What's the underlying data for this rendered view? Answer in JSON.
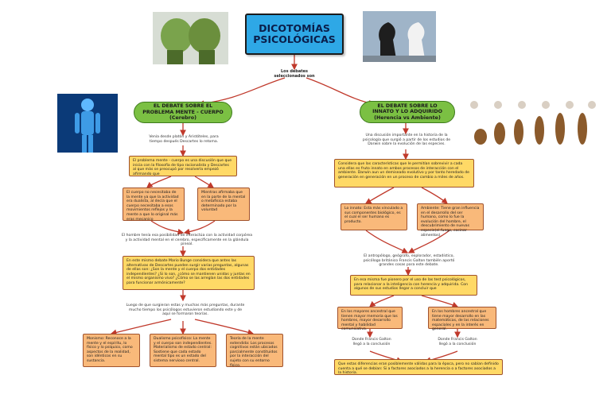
{
  "title": "DICOTOMÍAS PSICOLÓGICAS",
  "root_label": "Los debates seleccionados son",
  "left": {
    "heading": "EL DEBATE SOBRE EL PROBLEMA MENTE - CUERPO (Cerebro)",
    "intro": "Venía desde platón y Aristóteles, para tiempo después Descartes lo retoma.",
    "problem": "El problema mente - cuerpo es una discusión que que inicia con la filosofía de tipo racionalista y Descartes al que más se preocupó por resolverla empezó afirmando que",
    "mind": "El cuerpo no necesitaba de la mente ya que la actividad era dualista, al decía que el cuerpo necesitaba a esos movimientos reflejos y la mente a que lo original más eras mecanico",
    "body": "Mientras afirmaba que en la parte de la mental o metafísica estaba determinado por la voluntad",
    "conclusion": "El hombre tenía esa posibilidad de interactúa con la actividad corpórea y la actividad mental en el cerebro, específicamente en la glándula pineal.",
    "questions": "En este mismo debate Mario Bunge considera que antes las alternativas de Descartes pueden surgir varias preguntas, algunas de ellas son: ¿Son la mente y el cuerpo dos entidades independientes? ¿Si lo son, ¿cómo se mantienen unidas y juntas en el mismo organismo vivo? ¿Cómo se las arreglan las dos entidades para funcionar armónicamente?",
    "later": "Luego de que surgieran estas y muchas más preguntas, durante mucho tiempo los psicólogos estuvieron estudiando este y de aquí se formaron teorías.",
    "theories": [
      "Monismo: Reconoce a la mente y el espíritu, lo físico y lo psíquico, como aspectos de la realidad, son idénticos en su sustancia.",
      "Dualismo psicofísico: La mente y el cuerpo son independientes. Materialismo de estado central: Sostiene que cada estado mental tipo es un estado del sistema nervioso central.",
      "Teoría de la mente extendida: Los procesos cognitivos están ubicados parcialmente constituidos por la interacción del sujeto con su entorno físico."
    ]
  },
  "right": {
    "heading": "EL DEBATE SOBRE LO INNATO Y LO ADQUIRIDO (Herencia vs Ambiente)",
    "intro": "Una discusión importante en la historia de la psicología que surgió a partir de los estudios de Darwin sobre la evolución de las especies.",
    "consider": "Considera que las características que le permitían sobrevivir a cada una ellas es fruto innato en ambos procesos de interacción con el ambiente. Darwin aun un demiseado evolutivo y por tanto heredado de generación en generación en un proceso de cambio a miles de años.",
    "innate": "Lo innato: Esta más vinculado a sus componentes biológico, es el cual el ser humano es producto.",
    "environment": "Ambiente: Tiene gran influencia en el desarrollo del ser humano, como lo fue la evolución del hombre, el descubrimiento de nuevas especie(el fuego, cocinar alimentos).",
    "galton": "El antropólogo, geógrafo, explorador, estadístico, psicólogo británico Francis Galton también aportó grandes cosas para este debate.",
    "study": "En esa misma fue pionero por el uso de las test psicológicos, para relacionar a la inteligencia con herencia y adquirida. Con algunos de sus estudios llegar a concluir que",
    "superior": "En los mayores ancestral que tienen mayor memoria que los hombres, mayor desarrollo mental y habilidad comunicativa.",
    "men": "En los hombres ancestral que tiene mayor desarrollo en las matemáticas, de las relaciones espaciales y en la interés en general.",
    "arrive_left": "Donde Francis Galton llegó a la conclusión",
    "arrive_right": "Donde Francis Galton llegó a la conclusión",
    "final": "Que estas diferencias eran posiblemente válidas para la época, pero no sabían definido cuenta a qué se debían: Si a factores asociados a la herencia o a factores asociados a la historia."
  },
  "colors": {
    "title_fill": "#2ea8e6",
    "oval_fill": "#7bc043",
    "box_fill": "#ffd966",
    "box_alt_fill": "#f9b97a",
    "connector": "#c0392b"
  },
  "icons": [
    "brain-heads-image",
    "chess-knights-image",
    "human-anatomy-image",
    "human-evolution-image"
  ]
}
